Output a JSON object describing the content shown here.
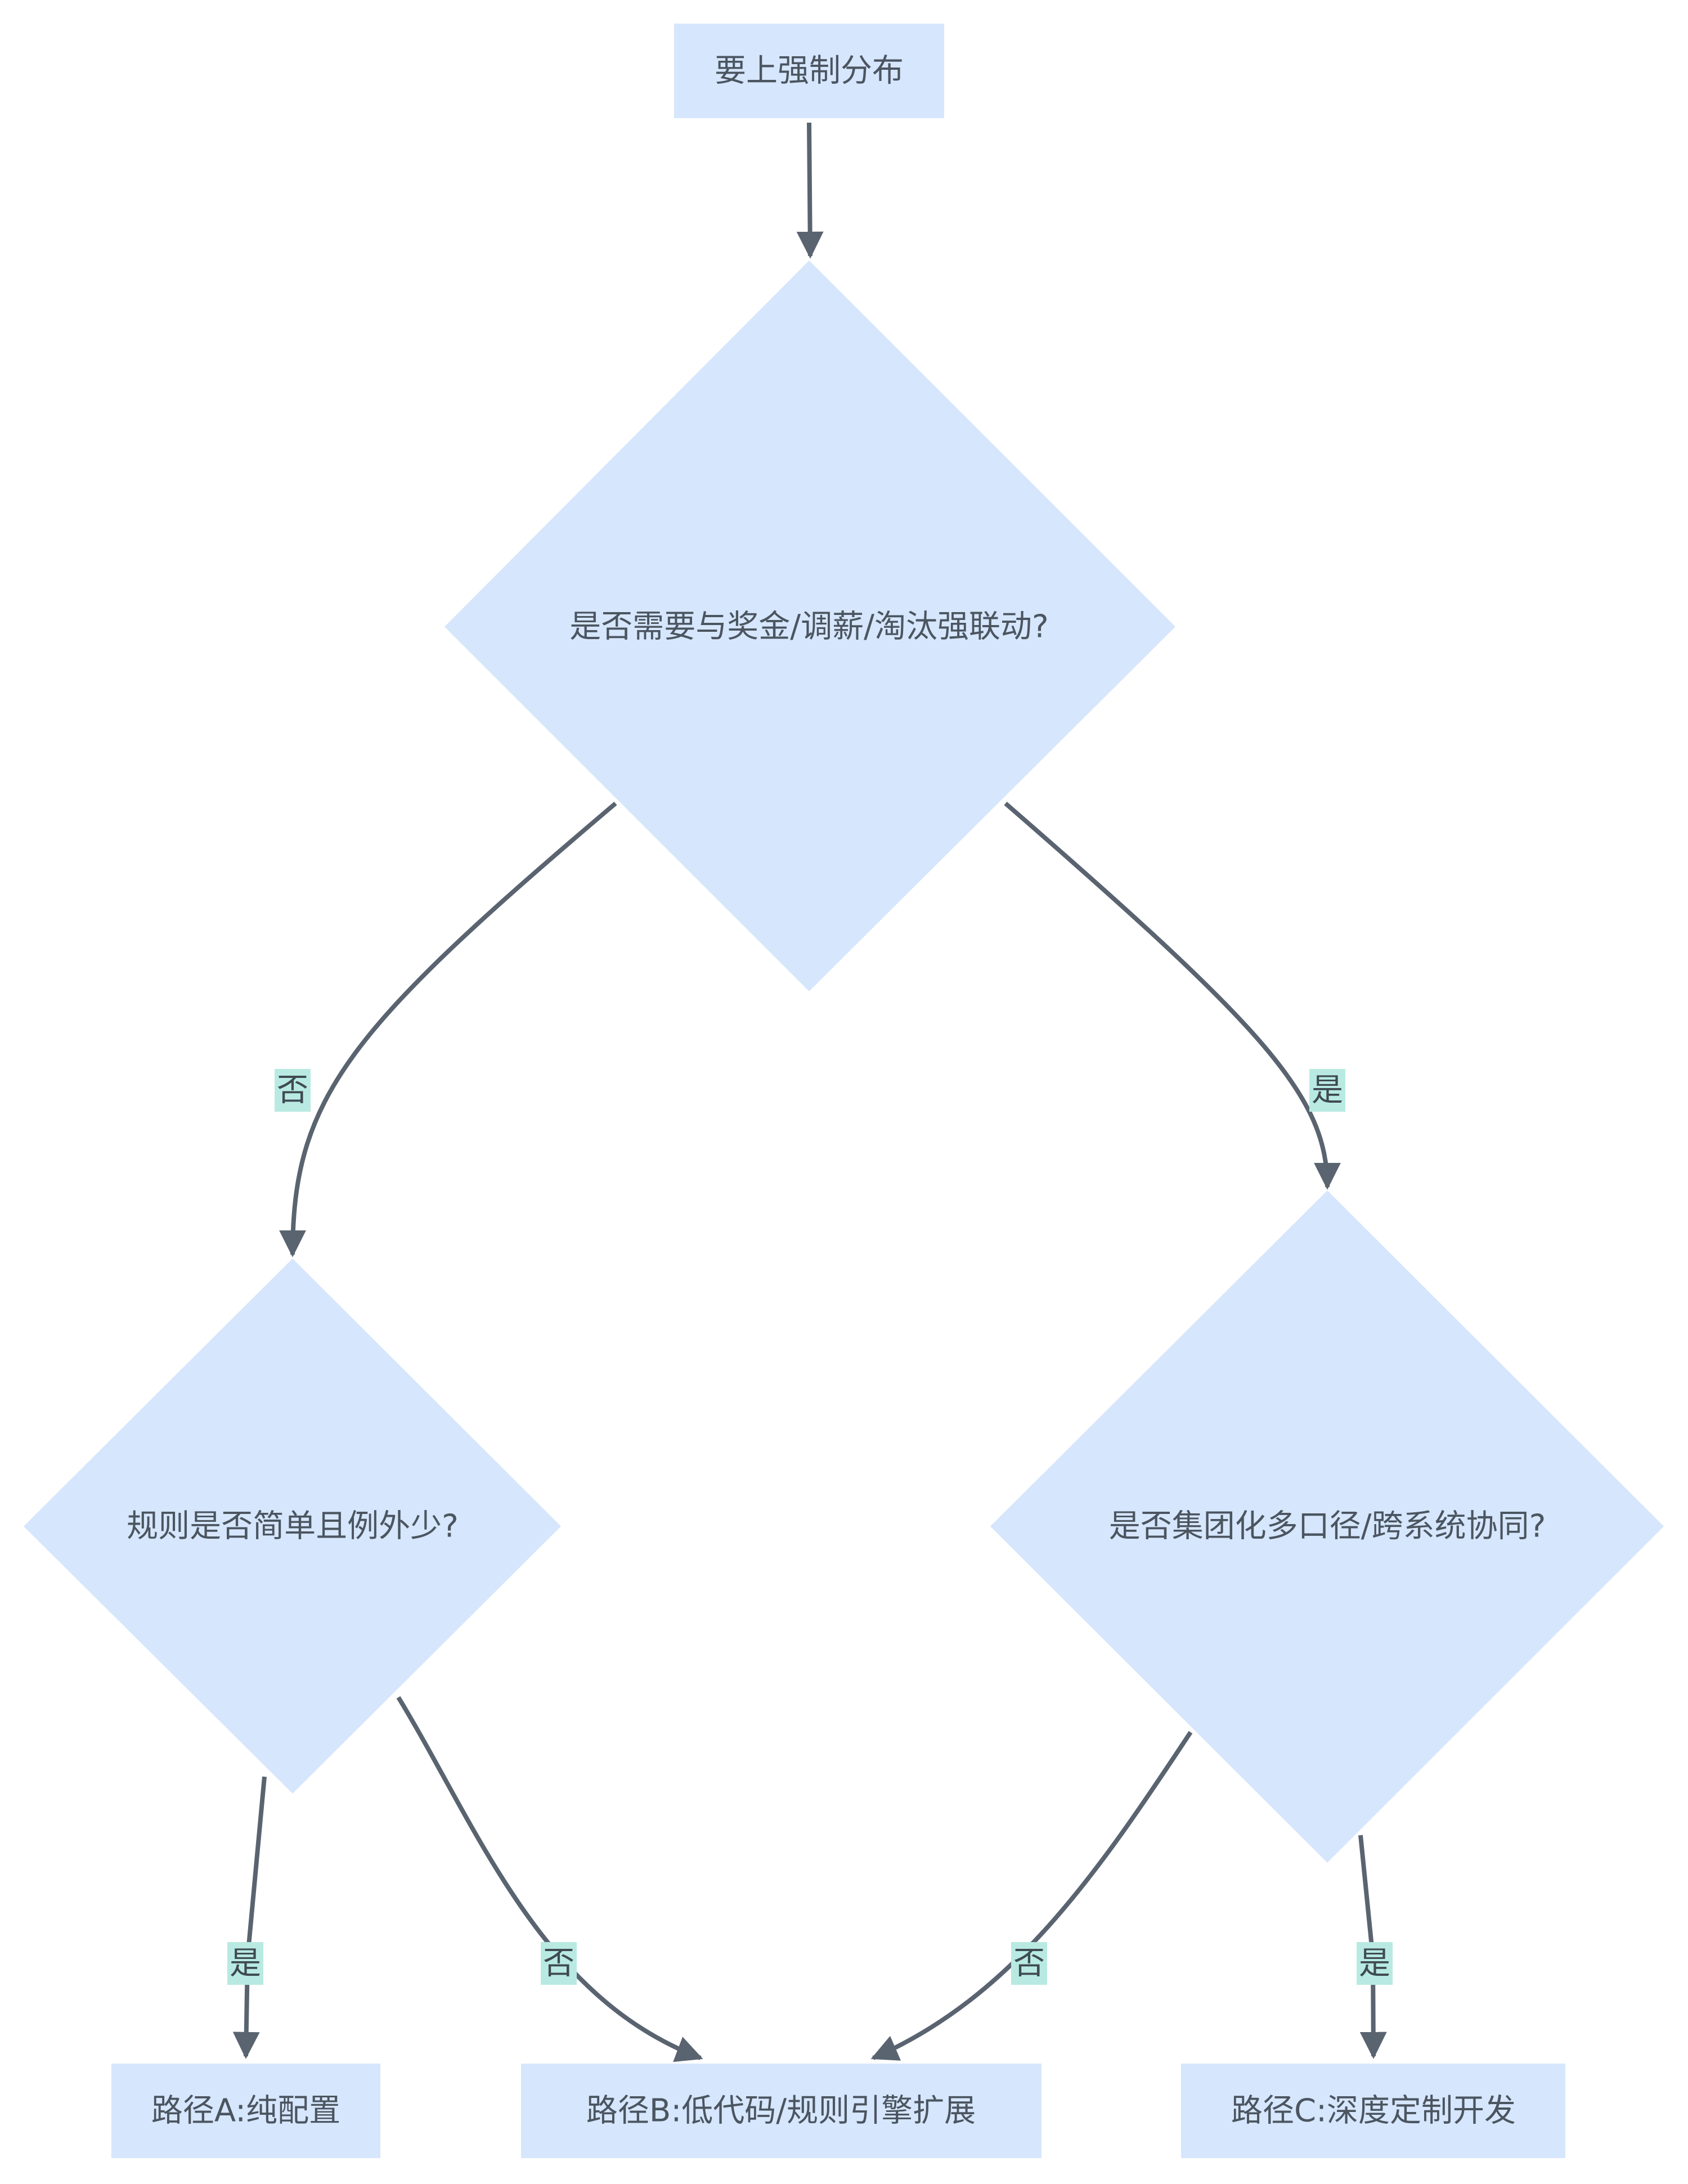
{
  "nodes": {
    "start": "要上强制分布",
    "q1": "是否需要与奖金/调薪/淘汰强联动?",
    "q2": "规则是否简单且例外少?",
    "q3": "是否集团化多口径/跨系统协同?",
    "path_a": "路径A:纯配置",
    "path_b": "路径B:低代码/规则引擎扩展",
    "path_c": "路径C:深度定制开发"
  },
  "edges": {
    "q1_no": "否",
    "q1_yes": "是",
    "q2_yes": "是",
    "q2_no": "否",
    "q3_no": "否",
    "q3_yes": "是"
  },
  "colors": {
    "node_fill": "#d6e6fc",
    "edge": "#5a6470",
    "label_bg": "#b8eae2",
    "text": "#4b5560"
  }
}
